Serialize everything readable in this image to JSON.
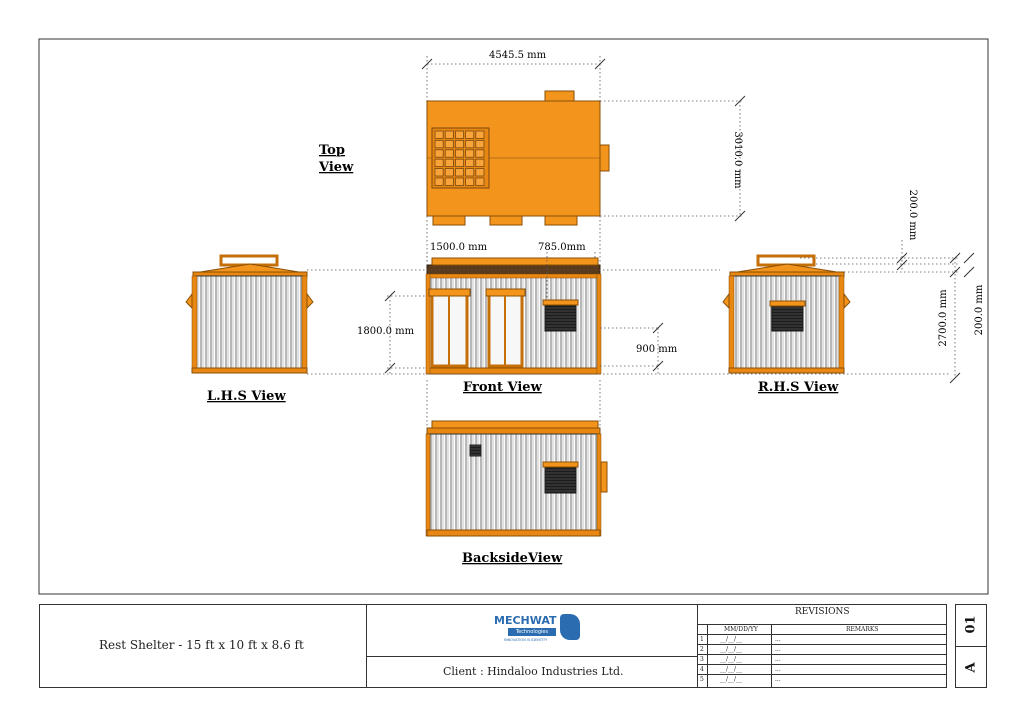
{
  "dimensions": {
    "width_label": "4545.5 mm",
    "height_label": "3010.0 mm",
    "door_label": "1500.0 mm",
    "window_label": "785.0mm",
    "door_height_label": "1800.0 mm",
    "window_sill_label": "900 mm",
    "roof_label": "200.0 mm",
    "rhs_height_label": "2700.0 mm",
    "base_label": "200.0 mm"
  },
  "views": {
    "top": [
      "Top",
      "View"
    ],
    "front": "Front View",
    "lhs": "L.H.S View",
    "rhs": "R.H.S View",
    "back": "BacksideView"
  },
  "title_block": {
    "project": "Rest Shelter - 15 ft x 10 ft x 8.6 ft",
    "client": "Client : Hindaloo Industries Ltd.",
    "logo": {
      "name": "MECHWAT",
      "sub": "Technologies",
      "tagline": "INNOVATION IS IDENTITY"
    },
    "revisions_title": "REVISIONS",
    "col_date": "MM/DD/YY",
    "col_remarks": "REMARKS",
    "rows": [
      {
        "no": "1",
        "date": "__/__/__",
        "remark": "..."
      },
      {
        "no": "2",
        "date": "__/__/__",
        "remark": "..."
      },
      {
        "no": "3",
        "date": "__/__/__",
        "remark": "..."
      },
      {
        "no": "4",
        "date": "__/__/__",
        "remark": "..."
      },
      {
        "no": "5",
        "date": "__/__/__",
        "remark": "..."
      }
    ],
    "sheet_no": "01",
    "size": "A"
  },
  "colors": {
    "orange": "#F3941C",
    "orange_dark": "#C56F08",
    "brown": "#5A3A1A",
    "window": "#1C1C1C",
    "logo_blue": "#2B6CB0",
    "line": "#333333"
  }
}
